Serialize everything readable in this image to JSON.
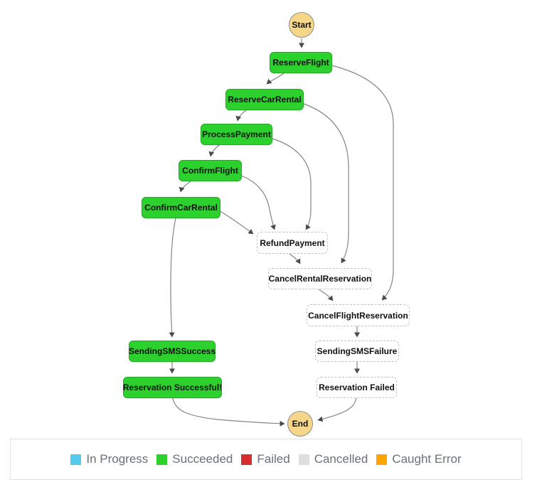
{
  "diagram": {
    "nodes": [
      {
        "id": "start",
        "label": "Start",
        "status": "terminal"
      },
      {
        "id": "reserve_flight",
        "label": "ReserveFlight",
        "status": "succeeded"
      },
      {
        "id": "reserve_car_rental",
        "label": "ReserveCarRental",
        "status": "succeeded"
      },
      {
        "id": "process_payment",
        "label": "ProcessPayment",
        "status": "succeeded"
      },
      {
        "id": "confirm_flight",
        "label": "ConfirmFlight",
        "status": "succeeded"
      },
      {
        "id": "confirm_car_rental",
        "label": "ConfirmCarRental",
        "status": "succeeded"
      },
      {
        "id": "refund_payment",
        "label": "RefundPayment",
        "status": "not_executed"
      },
      {
        "id": "cancel_rental_reservation",
        "label": "CancelRentalReservation",
        "status": "not_executed"
      },
      {
        "id": "cancel_flight_reservation",
        "label": "CancelFlightReservation",
        "status": "not_executed"
      },
      {
        "id": "sending_sms_success",
        "label": "SendingSMSSuccess",
        "status": "succeeded"
      },
      {
        "id": "reservation_successful",
        "label": "Reservation Successful!",
        "status": "succeeded"
      },
      {
        "id": "sending_sms_failure",
        "label": "SendingSMSFailure",
        "status": "not_executed"
      },
      {
        "id": "reservation_failed",
        "label": "Reservation Failed",
        "status": "not_executed"
      },
      {
        "id": "end",
        "label": "End",
        "status": "terminal"
      }
    ],
    "edges": [
      "Start->ReserveFlight",
      "ReserveFlight->ReserveCarRental",
      "ReserveFlight->CancelFlightReservation",
      "ReserveCarRental->ProcessPayment",
      "ReserveCarRental->CancelRentalReservation",
      "ProcessPayment->ConfirmFlight",
      "ProcessPayment->RefundPayment",
      "ConfirmFlight->ConfirmCarRental",
      "ConfirmFlight->RefundPayment",
      "ConfirmCarRental->SendingSMSSuccess",
      "ConfirmCarRental->RefundPayment",
      "RefundPayment->CancelRentalReservation",
      "CancelRentalReservation->CancelFlightReservation",
      "CancelFlightReservation->SendingSMSFailure",
      "SendingSMSFailure->ReservationFailed",
      "SendingSMSSuccess->ReservationSuccessful",
      "ReservationSuccessful->End",
      "ReservationFailed->End"
    ]
  },
  "legend": {
    "items": [
      {
        "label": "In Progress",
        "color": "#55c9ea"
      },
      {
        "label": "Succeeded",
        "color": "#2dd12d"
      },
      {
        "label": "Failed",
        "color": "#d62e2e"
      },
      {
        "label": "Cancelled",
        "color": "#dedede"
      },
      {
        "label": "Caught Error",
        "color": "#ffa400"
      }
    ]
  },
  "colors": {
    "succeeded_fill": "#2dd12d",
    "succeeded_border": "#25a825",
    "terminal_fill": "#f6d688",
    "not_executed_border": "#c2c2c2",
    "edge": "#858585",
    "legend_text": "#687078"
  }
}
